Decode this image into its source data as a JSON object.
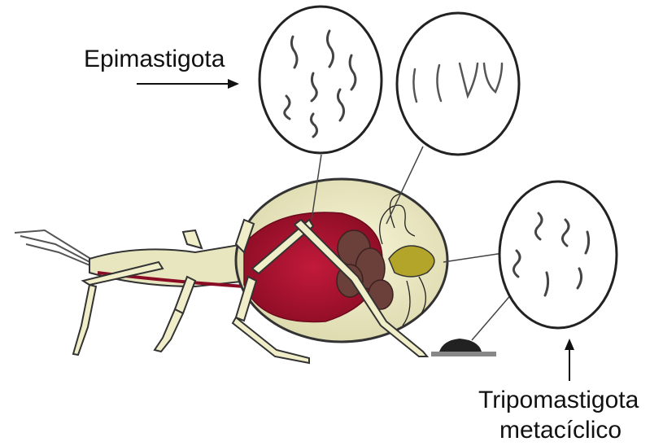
{
  "labels": {
    "epimastigote": "Epimastigota",
    "trypomastigote_line1": "Tripomastigota",
    "trypomastigote_line2": "metacíclico"
  },
  "colors": {
    "body_fill": "#efeec9",
    "gut": "#a5102d",
    "organs": "#6b3f3a",
    "gland": "#b3a42a",
    "outline": "#222222",
    "parasite": "#444444"
  }
}
